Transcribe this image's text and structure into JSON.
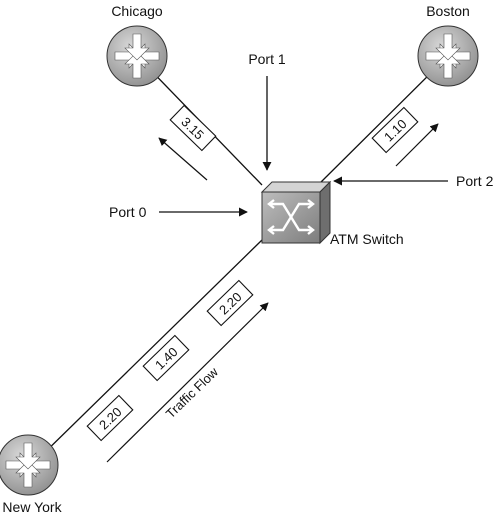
{
  "nodes": {
    "chicago": {
      "label": "Chicago",
      "icon": "router-icon"
    },
    "boston": {
      "label": "Boston",
      "icon": "router-icon"
    },
    "new_york": {
      "label": "New York",
      "icon": "router-icon"
    },
    "atm_switch": {
      "label": "ATM Switch",
      "icon": "atm-switch-icon"
    }
  },
  "ports": {
    "port0": "Port 0",
    "port1": "Port 1",
    "port2": "Port 2"
  },
  "vc_labels": {
    "chicago_link": "3.15",
    "boston_link": "1.10",
    "new_york_link": [
      "2.20",
      "1.40",
      "2.20"
    ]
  },
  "traffic_label": "Traffic Flow",
  "colors": {
    "router_fill": "#b8b8b8",
    "switch_fill": "#9e9e9e",
    "line": "#111111"
  }
}
